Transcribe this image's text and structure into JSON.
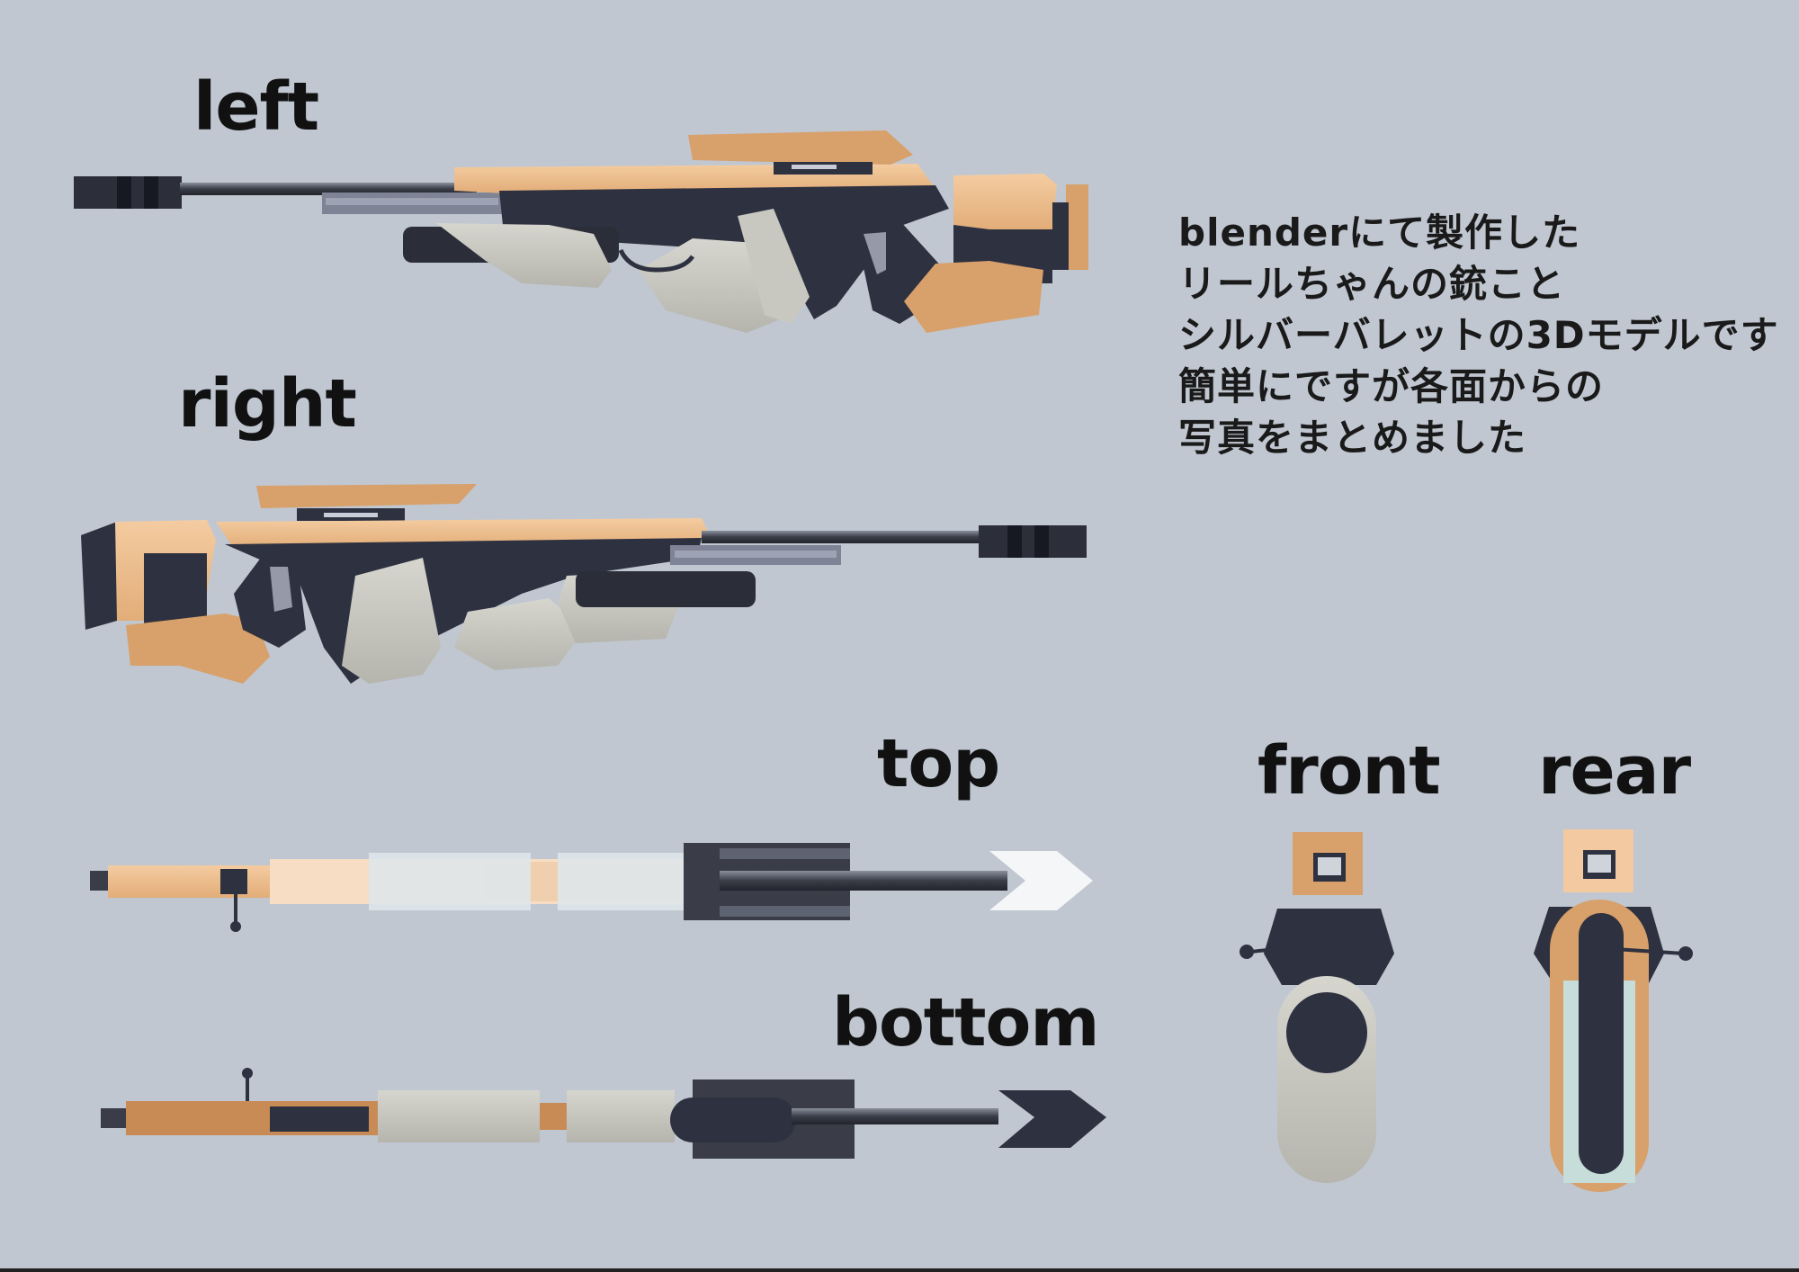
{
  "views": {
    "left": "left",
    "right": "right",
    "top": "top",
    "bottom": "bottom",
    "front": "front",
    "rear": "rear"
  },
  "description": [
    "blenderにて製作した",
    "リールちゃんの銃こと",
    "シルバーバレットの3Dモデルです",
    "簡単にですが各面からの",
    "写真をまとめました"
  ],
  "colors": {
    "background": "#c0c7d1",
    "tan": "#d8a06a",
    "tan_light": "#f2c9a0",
    "dark": "#2e3140",
    "grey": "#c4c4bd",
    "steel": "#7b8090"
  }
}
